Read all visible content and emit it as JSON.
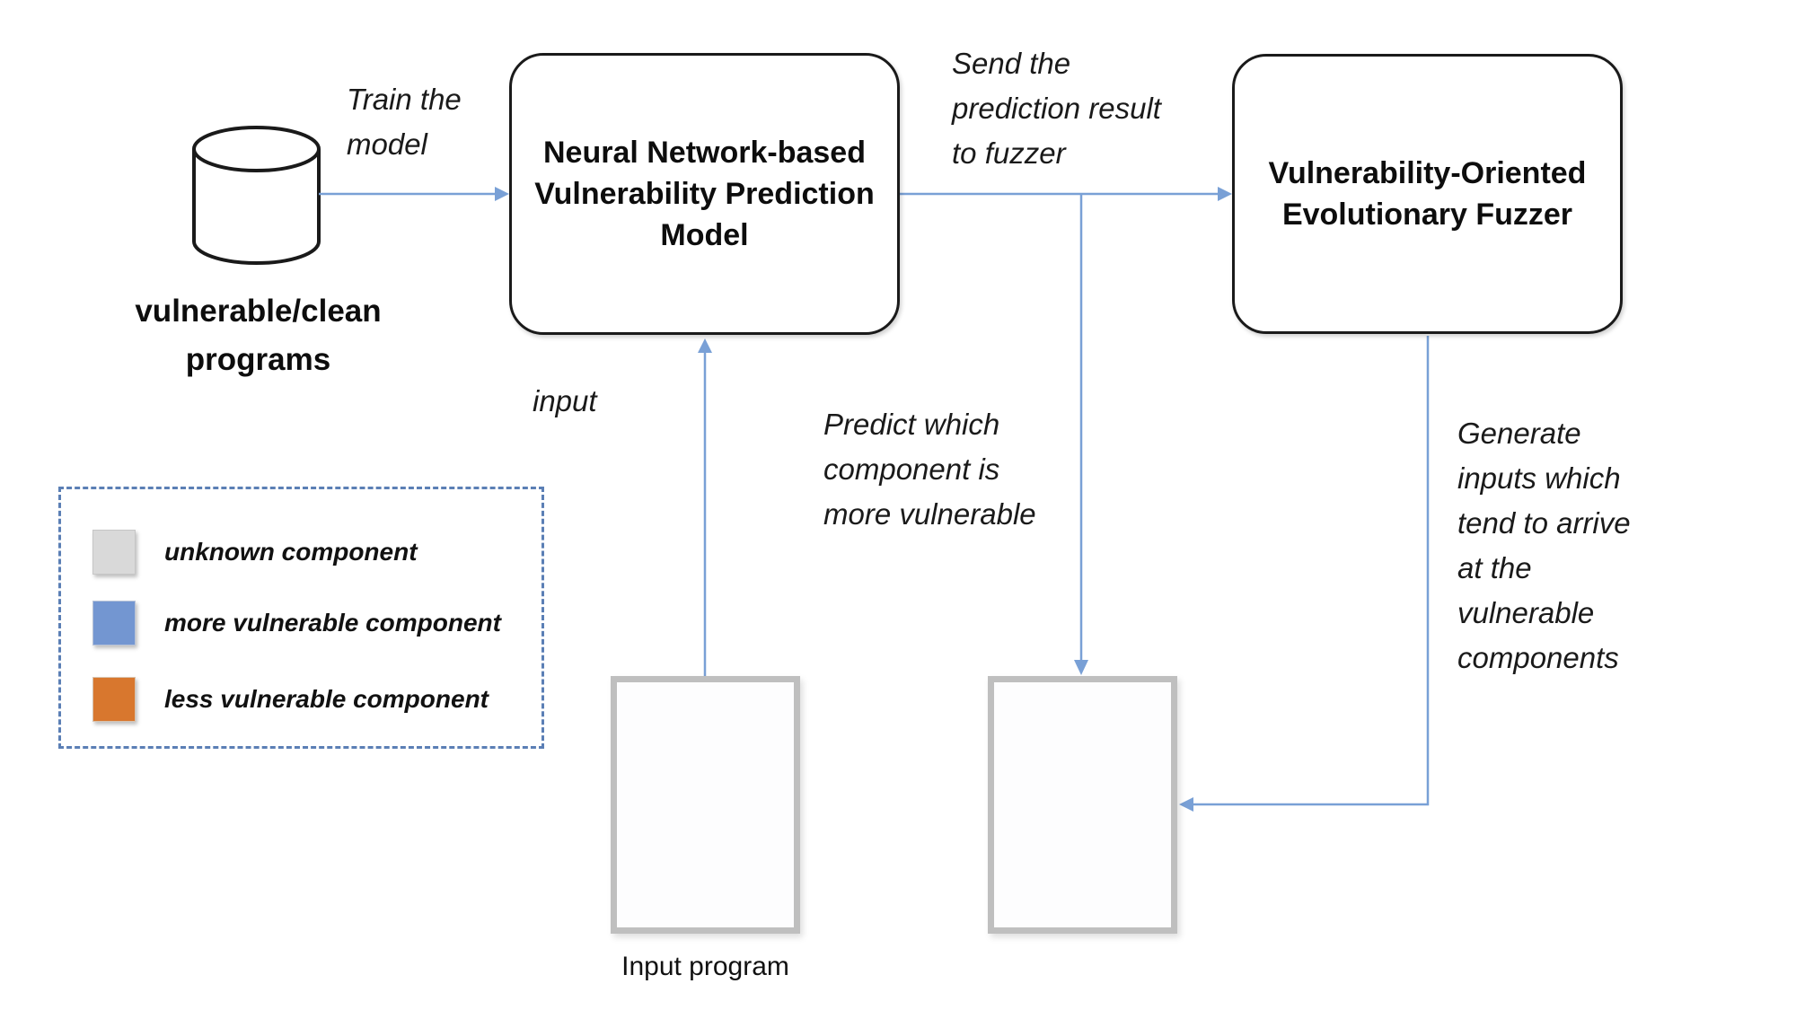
{
  "colors": {
    "background": "#ffffff",
    "outline_black": "#1a1a1a",
    "main_arrow_blue": "#79a0d6",
    "tree_connector_blue": "#5b83c8",
    "node_unknown_gray": "#d9d9d9",
    "node_more_vulnerable_blue": "#7396d1",
    "node_less_vulnerable_orange": "#d8772e",
    "program_box_border_gray": "#bfbfbf",
    "legend_border_blue": "#5b7fb5"
  },
  "database": {
    "label": "vulnerable/clean\nprograms"
  },
  "boxes": {
    "model_title": "Neural Network-based\nVulnerability Prediction\nModel",
    "fuzzer_title": "Vulnerability-Oriented\nEvolutionary Fuzzer"
  },
  "annotations": {
    "train": "Train the\nmodel",
    "send": "Send the\nprediction result\nto fuzzer",
    "input": "input",
    "predict": "Predict which\ncomponent is\nmore vulnerable",
    "generate": "Generate\ninputs which\ntend to arrive\nat the\nvulnerable\ncomponents"
  },
  "legend": {
    "items": [
      {
        "label": "unknown component",
        "color": "#d9d9d9",
        "type": "unknown"
      },
      {
        "label": "more vulnerable component",
        "color": "#7396d1",
        "type": "more-vulnerable"
      },
      {
        "label": "less vulnerable component",
        "color": "#d8772e",
        "type": "less-vulnerable"
      }
    ]
  },
  "input_tree": {
    "caption": "Input program",
    "nodes": [
      "unknown",
      "unknown",
      "unknown",
      "unknown",
      "unknown",
      "unknown",
      "unknown"
    ]
  },
  "predicted_tree": {
    "nodes": [
      "more-vulnerable",
      "more-vulnerable",
      "more-vulnerable",
      "more-vulnerable",
      "less-vulnerable",
      "less-vulnerable",
      "more-vulnerable"
    ]
  }
}
